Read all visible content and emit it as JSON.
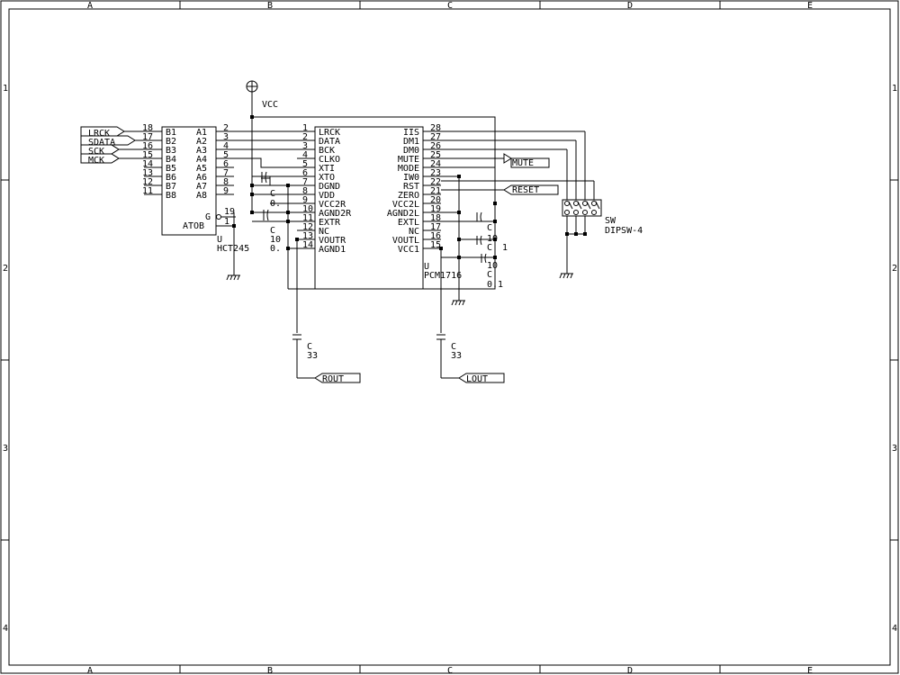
{
  "frame": {
    "cols": [
      "A",
      "B",
      "C",
      "D",
      "E"
    ],
    "rows": [
      "1",
      "2",
      "3",
      "4"
    ]
  },
  "power": {
    "vcc": "VCC"
  },
  "u1": {
    "ref": "U",
    "part": "HCT245",
    "left_pins": [
      {
        "num": "18",
        "name": "B1"
      },
      {
        "num": "17",
        "name": "B2"
      },
      {
        "num": "16",
        "name": "B3"
      },
      {
        "num": "15",
        "name": "B4"
      },
      {
        "num": "14",
        "name": "B5"
      },
      {
        "num": "13",
        "name": "B6"
      },
      {
        "num": "12",
        "name": "B7"
      },
      {
        "num": "11",
        "name": "B8"
      }
    ],
    "right_pins": [
      {
        "num": "2",
        "name": "A1"
      },
      {
        "num": "3",
        "name": "A2"
      },
      {
        "num": "4",
        "name": "A3"
      },
      {
        "num": "5",
        "name": "A4"
      },
      {
        "num": "6",
        "name": "A5"
      },
      {
        "num": "7",
        "name": "A6"
      },
      {
        "num": "8",
        "name": "A7"
      },
      {
        "num": "9",
        "name": "A8"
      }
    ],
    "g_pin": {
      "num": "19",
      "name": "G"
    },
    "atob_pin": {
      "num": "1",
      "name": "ATOB"
    }
  },
  "u2": {
    "ref": "U",
    "part": "PCM1716",
    "left_pins": [
      {
        "num": "1",
        "name": "LRCK"
      },
      {
        "num": "2",
        "name": "DATA"
      },
      {
        "num": "3",
        "name": "BCK"
      },
      {
        "num": "4",
        "name": "CLKO"
      },
      {
        "num": "5",
        "name": "XTI"
      },
      {
        "num": "6",
        "name": "XTO"
      },
      {
        "num": "7",
        "name": "DGND"
      },
      {
        "num": "8",
        "name": "VDD"
      },
      {
        "num": "9",
        "name": "VCC2R"
      },
      {
        "num": "10",
        "name": "AGND2R"
      },
      {
        "num": "11",
        "name": "EXTR"
      },
      {
        "num": "12",
        "name": "NC"
      },
      {
        "num": "13",
        "name": "VOUTR"
      },
      {
        "num": "14",
        "name": "AGND1"
      }
    ],
    "right_pins": [
      {
        "num": "28",
        "name": "IIS"
      },
      {
        "num": "27",
        "name": "DM1"
      },
      {
        "num": "26",
        "name": "DM0"
      },
      {
        "num": "25",
        "name": "MUTE"
      },
      {
        "num": "24",
        "name": "MODE"
      },
      {
        "num": "23",
        "name": "IW0"
      },
      {
        "num": "22",
        "name": "RST"
      },
      {
        "num": "21",
        "name": "ZERO"
      },
      {
        "num": "20",
        "name": "VCC2L"
      },
      {
        "num": "19",
        "name": "AGND2L"
      },
      {
        "num": "18",
        "name": "EXTL"
      },
      {
        "num": "17",
        "name": "NC"
      },
      {
        "num": "16",
        "name": "VOUTL"
      },
      {
        "num": "15",
        "name": "VCC1"
      }
    ]
  },
  "ports": {
    "lrck": "LRCK",
    "sdata": "SDATA",
    "sck": "SCK",
    "mck": "MCK",
    "mute": "MUTE",
    "reset": "RESET",
    "rout": "ROUT",
    "lout": "LOUT"
  },
  "caps": {
    "c_left_top": {
      "ref": "C",
      "val": "0."
    },
    "c_left_bot": {
      "ref": "C",
      "val1": "10",
      "val2": "0."
    },
    "c_right_a": {
      "ref": "C",
      "val": "10"
    },
    "c_right_b": {
      "ref": "C",
      "val": "1"
    },
    "c_right_c": {
      "ref": "C",
      "val1": "10",
      "val2": "C",
      "val3": "0.1"
    },
    "c_rout": {
      "ref": "C",
      "val": "33"
    },
    "c_lout": {
      "ref": "C",
      "val": "33"
    }
  },
  "sw": {
    "ref": "SW",
    "part": "DIPSW-4"
  }
}
